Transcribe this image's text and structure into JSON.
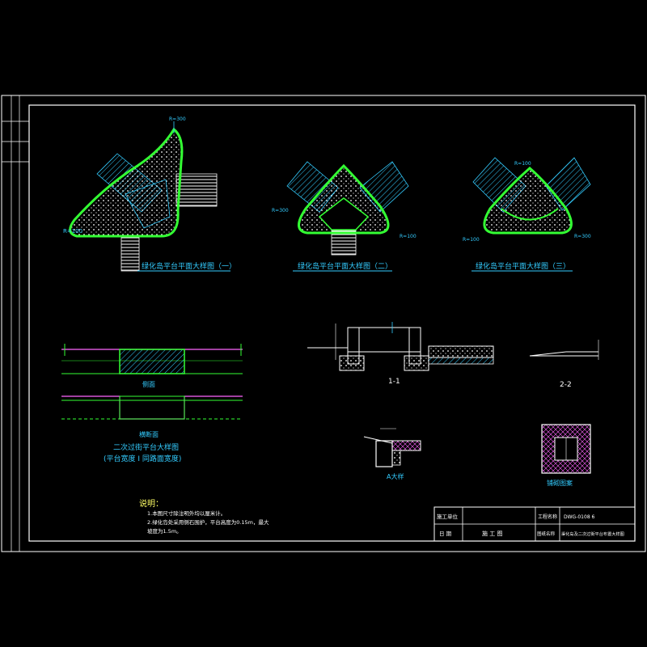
{
  "sheet": {
    "background": "#000000",
    "frame_color": "#ffffff"
  },
  "plan1": {
    "title": "绿化岛平台平面大样图（一）"
  },
  "plan2": {
    "title": "绿化岛平台平面大样图（二）"
  },
  "plan3": {
    "title": "绿化岛平台平面大样图（三）"
  },
  "dims": {
    "r100": "R=100",
    "r300": "R=300"
  },
  "section11": {
    "label": "1-1"
  },
  "section22": {
    "label": "2-2"
  },
  "platform": {
    "elevation_label": "侧面",
    "plan_label": "横断面",
    "title_line1": "二次过街平台大样图",
    "title_line2": "(平台宽度 I 同路面宽度)"
  },
  "detail_a": {
    "label": "A大样"
  },
  "drainage": {
    "label": "铺砌图案"
  },
  "notes": {
    "heading": "说明：",
    "line1": "1.本图尺寸除注明外均以厘米计。",
    "line2": "2.绿化岛处采用侧石围护，平台高度为0.15m，最大",
    "line3": "坡度为1.5m。"
  },
  "title_block": {
    "unit_label": "施工单位",
    "project_label": "工程名称",
    "drawing_no": "DWG-0108 6",
    "date_label": "日 期",
    "construction": "施 工 图",
    "drawing_name_label": "图纸名称",
    "drawing_name": "渠化岛及二次过街平台布置大样图"
  },
  "colors": {
    "frame": "#ffffff",
    "outline": "#33ff33",
    "hatch": "#33ccff",
    "text": "#ffffff",
    "dim": "#33ccff",
    "accent": "#ff66ff"
  }
}
